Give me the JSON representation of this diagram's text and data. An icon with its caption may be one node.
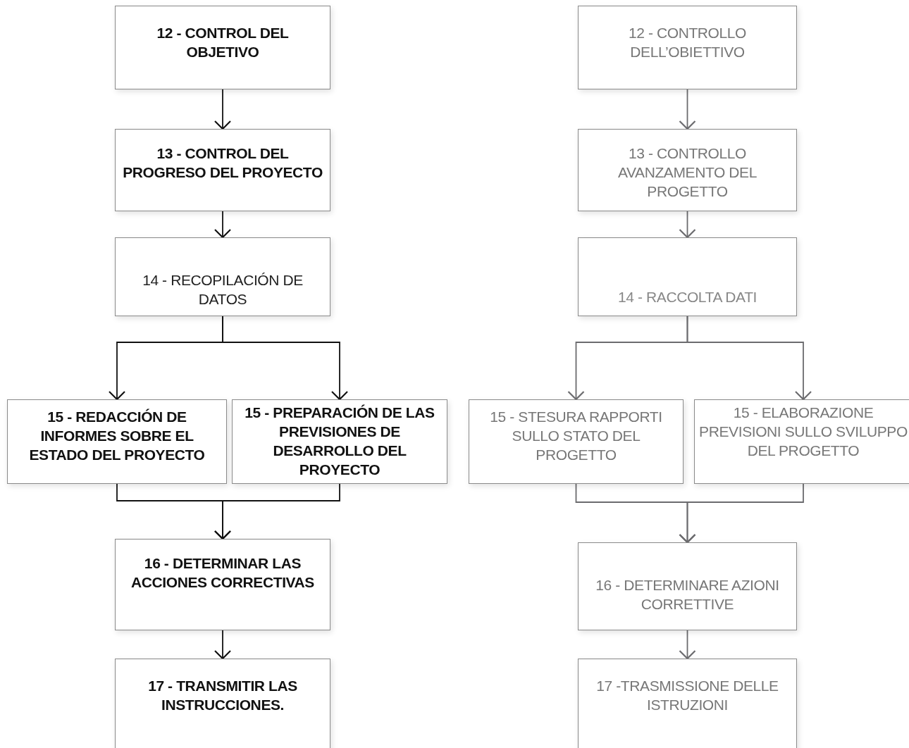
{
  "diagram": {
    "nodes": [
      {
        "text": [
          "12 - CONTROL DEL OBJETIVO"
        ]
      },
      {
        "text": [
          "13 - CONTROL DEL PROGRESO DEL PROYECTO"
        ]
      },
      {
        "text": [
          "14 - RECOPILACIÓN DE DATOS"
        ]
      },
      {
        "text": [
          "15 - REDACCIÓN DE INFORMES SOBRE EL ESTADO DEL PROYECTO"
        ]
      },
      {
        "text": [
          "15 - PREPARACIÓN DE LAS PREVISIONES DE DESARROLLO DEL PROYECTO"
        ]
      },
      {
        "text": [
          "16 - DETERMINAR LAS ACCIONES CORRECTIVAS"
        ]
      },
      {
        "text": [
          "17 - TRANSMITIR LAS INSTRUCCIONES."
        ]
      },
      {
        "text": [
          "12 - CONTROLLO DELL’OBIETTIVO"
        ]
      },
      {
        "text": [
          "13 - CONTROLLO AVANZAMENTO DEL PROGETTO"
        ]
      },
      {
        "text": [
          "14 - RACCOLTA DATI"
        ]
      },
      {
        "text": [
          "15 - STESURA RAPPORTI SULLO STATO DEL PROGETTO"
        ]
      },
      {
        "text": [
          "15 - ELABORAZIONE PREVISIONI SULLO SVILUPPO DEL PROGETTO"
        ]
      },
      {
        "text": [
          "16 - DETERMINARE AZIONI CORRETTIVE"
        ]
      },
      {
        "text": [
          "17 -TRASMISSIONE DELLE ISTRUZIONI"
        ]
      }
    ],
    "edges": [
      {
        "from": 0,
        "to": 1,
        "arrow": "to"
      },
      {
        "from": 1,
        "to": 2,
        "arrow": "to"
      },
      {
        "from": 2,
        "to": 3,
        "arrow": "to"
      },
      {
        "from": 2,
        "to": 4,
        "arrow": "to"
      },
      {
        "from": 3,
        "to": 5,
        "arrow": "to"
      },
      {
        "from": 4,
        "to": 5,
        "arrow": "to"
      },
      {
        "from": 5,
        "to": 6,
        "arrow": "to"
      },
      {
        "from": 7,
        "to": 8,
        "arrow": "to",
        "color": "#6b6b6e"
      },
      {
        "from": 8,
        "to": 9,
        "arrow": "to",
        "color": "#6b6b6e"
      },
      {
        "from": 9,
        "to": 10,
        "arrow": "to",
        "color": "#6b6b6e"
      },
      {
        "from": 9,
        "to": 11,
        "arrow": "to",
        "color": "#6b6b6e"
      },
      {
        "from": 10,
        "to": 12,
        "arrow": "to",
        "color": "#6b6b6e"
      },
      {
        "from": 11,
        "to": 12,
        "arrow": "to",
        "color": "#6b6b6e"
      },
      {
        "from": 12,
        "to": 13,
        "arrow": "to",
        "color": "#6b6b6e"
      }
    ]
  }
}
